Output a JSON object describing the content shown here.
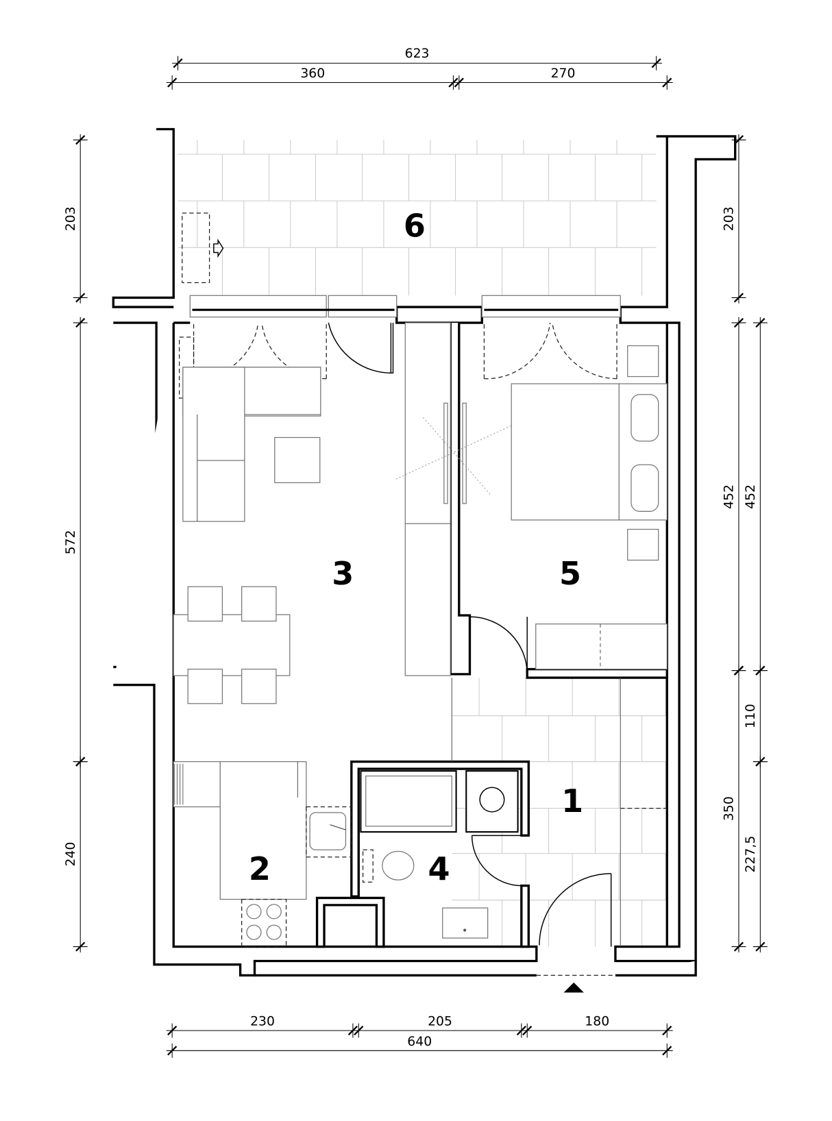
{
  "rooms": {
    "r1": "1",
    "r2": "2",
    "r3": "3",
    "r4": "4",
    "r5": "5",
    "r6": "6"
  },
  "dimensions": {
    "top": [
      "623",
      "360",
      "270"
    ],
    "left": [
      "203",
      "572",
      "240"
    ],
    "right_outer": [
      "203",
      "452",
      "350"
    ],
    "right_inner": [
      "452",
      "110",
      "227,5"
    ],
    "bottom": [
      "230",
      "205",
      "180",
      "640"
    ]
  },
  "colors": {
    "wall": "#000000",
    "tile": "#cccccc",
    "furniture": "#777777"
  }
}
